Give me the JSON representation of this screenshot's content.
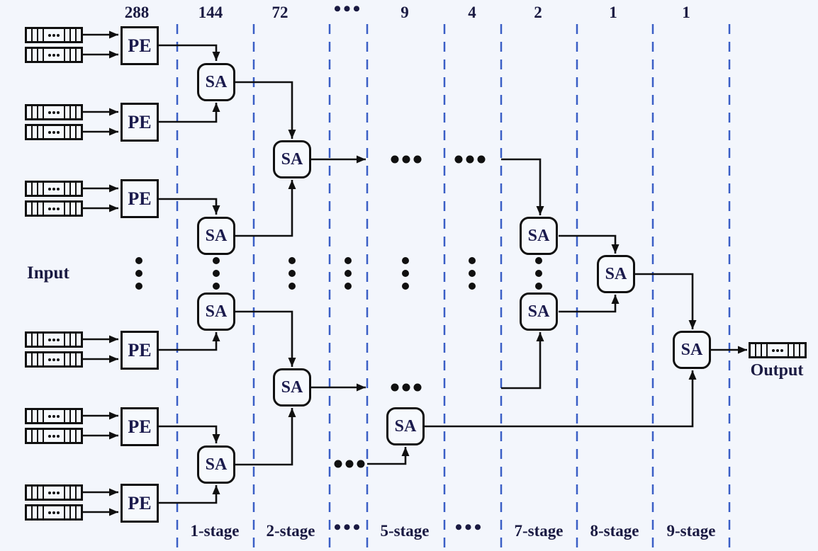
{
  "diagram_type": "adder-tree pipeline architecture",
  "labels": {
    "input": "Input",
    "output": "Output"
  },
  "nodes": {
    "pe": "PE",
    "sa": "SA"
  },
  "top_counts": [
    "288",
    "144",
    "72",
    "•••",
    "9",
    "4",
    "2",
    "1",
    "1"
  ],
  "stage_labels": [
    "1-stage",
    "2-stage",
    "•••",
    "5-stage",
    "•••",
    "7-stage",
    "8-stage",
    "9-stage"
  ],
  "colors": {
    "background": "#f3f6fc",
    "stage_divider_blue": "#3a5ec6",
    "line_black": "#101010",
    "text_navy": "#1a1a42"
  }
}
